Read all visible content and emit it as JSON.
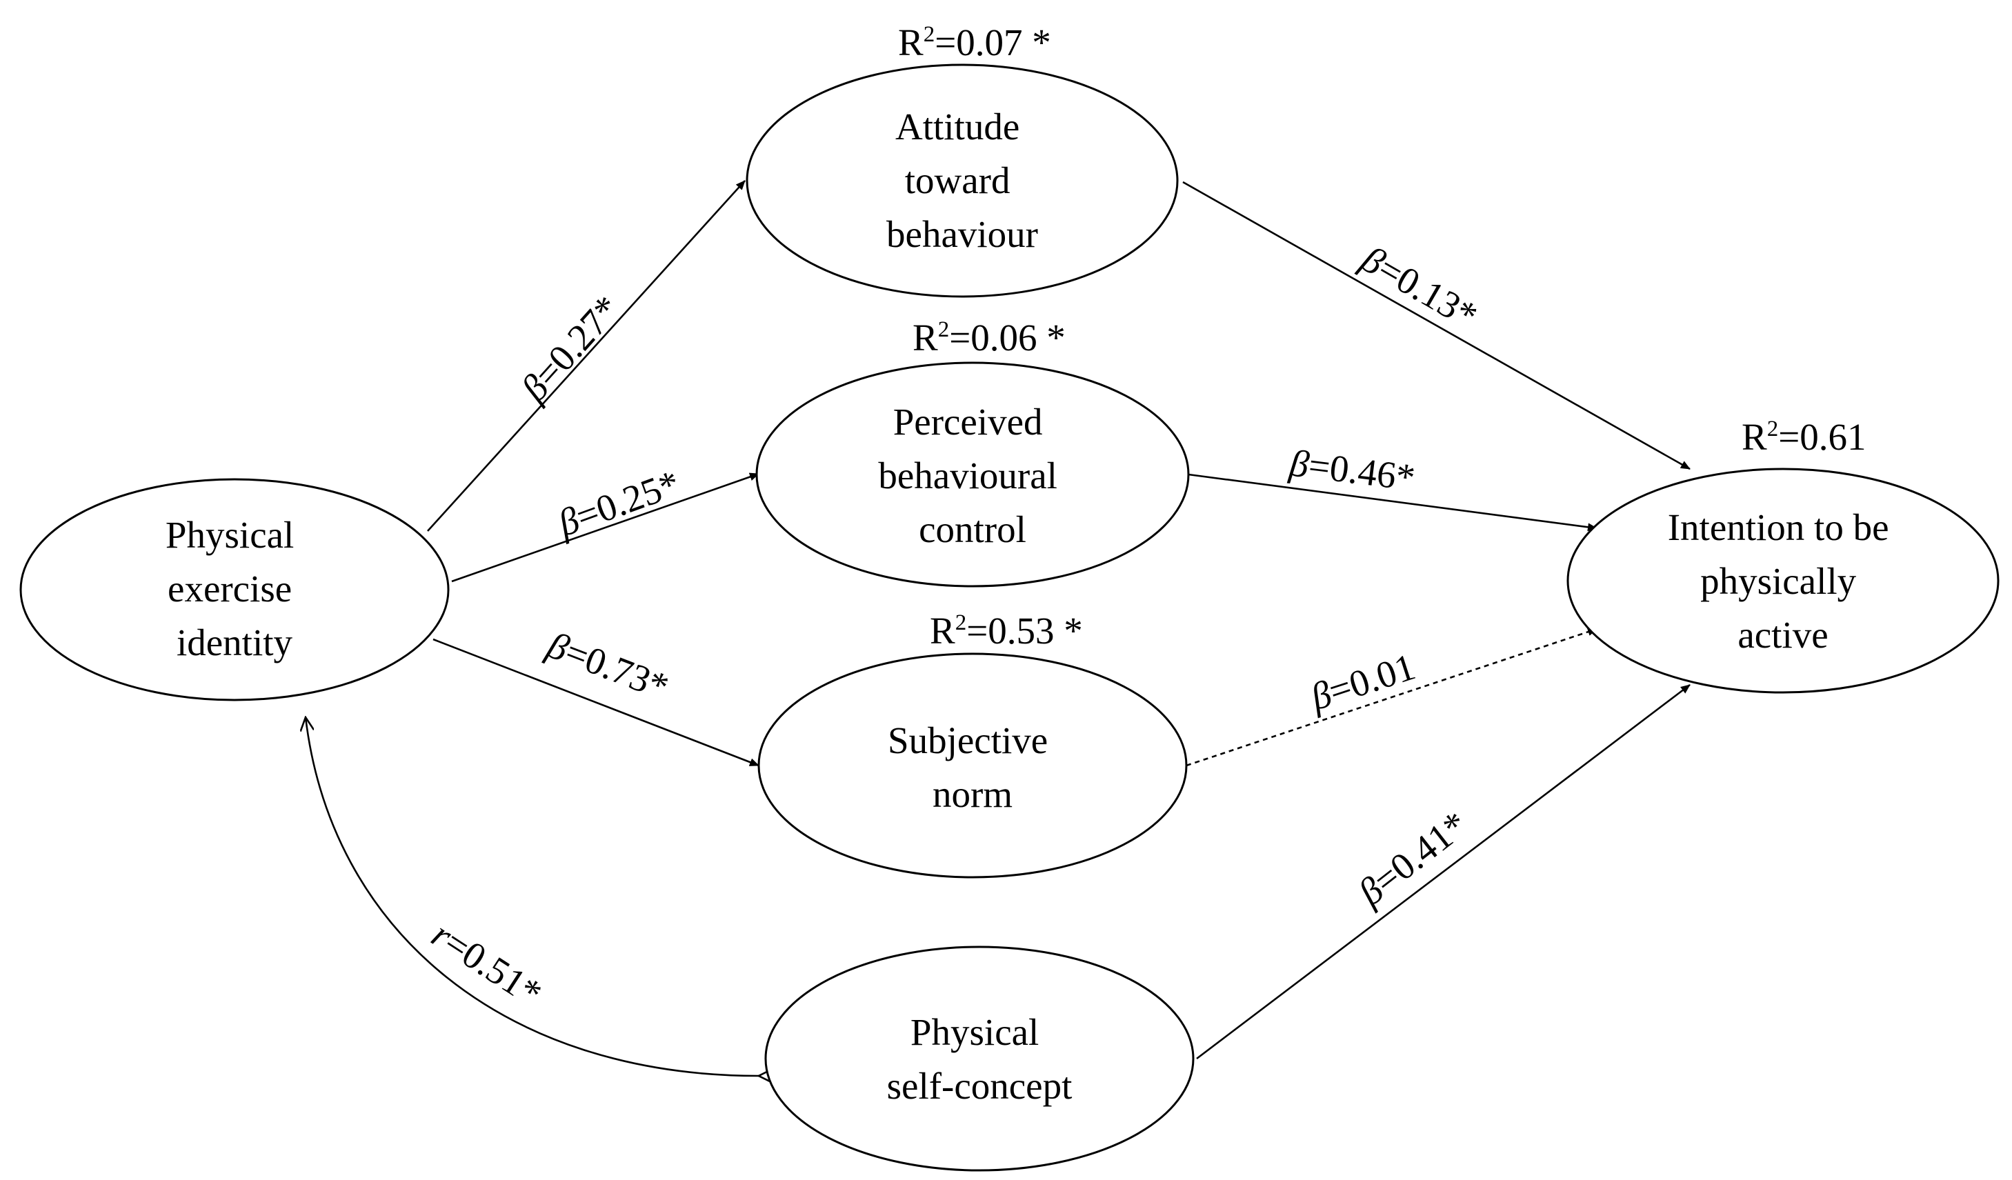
{
  "nodes": {
    "physical_exercise_identity": {
      "lines": [
        "Physical",
        "exercise",
        "identity"
      ]
    },
    "attitude": {
      "lines": [
        "Attitude",
        "toward",
        "behaviour"
      ],
      "r2": {
        "prefix": "R",
        "sup": "2",
        "rest": "=0.07 *"
      }
    },
    "pbc": {
      "lines": [
        "Perceived",
        "behavioural",
        "control"
      ],
      "r2": {
        "prefix": "R",
        "sup": "2",
        "rest": "=0.06 *"
      }
    },
    "subjective_norm": {
      "lines": [
        "Subjective",
        "norm"
      ],
      "r2": {
        "prefix": "R",
        "sup": "2",
        "rest": "=0.53 *"
      }
    },
    "physical_self_concept": {
      "lines": [
        "Physical",
        "self-concept"
      ]
    },
    "intention": {
      "lines": [
        "Intention to be",
        "physically",
        "active"
      ],
      "r2": {
        "prefix": "R",
        "sup": "2",
        "rest": "=0.61"
      }
    }
  },
  "paths": [
    {
      "id": "pei_to_attitude",
      "symbol": "β",
      "value": "=0.27*",
      "style": "solid"
    },
    {
      "id": "pei_to_pbc",
      "symbol": "β",
      "value": "=0.25*",
      "style": "solid"
    },
    {
      "id": "pei_to_sn",
      "symbol": "β",
      "value": "=0.73*",
      "style": "solid"
    },
    {
      "id": "attitude_to_intention",
      "symbol": "β",
      "value": "=0.13*",
      "style": "solid"
    },
    {
      "id": "pbc_to_intention",
      "symbol": "β",
      "value": "=0.46*",
      "style": "solid"
    },
    {
      "id": "sn_to_intention",
      "symbol": "β",
      "value": "=0.01",
      "style": "dashed"
    },
    {
      "id": "psc_to_intention",
      "symbol": "β",
      "value": "=0.41*",
      "style": "solid"
    }
  ],
  "correlation": {
    "id": "pei_psc_correlation",
    "symbol": "r",
    "value": "=0.51*"
  },
  "colors": {
    "stroke": "#000000",
    "background": "#ffffff"
  }
}
